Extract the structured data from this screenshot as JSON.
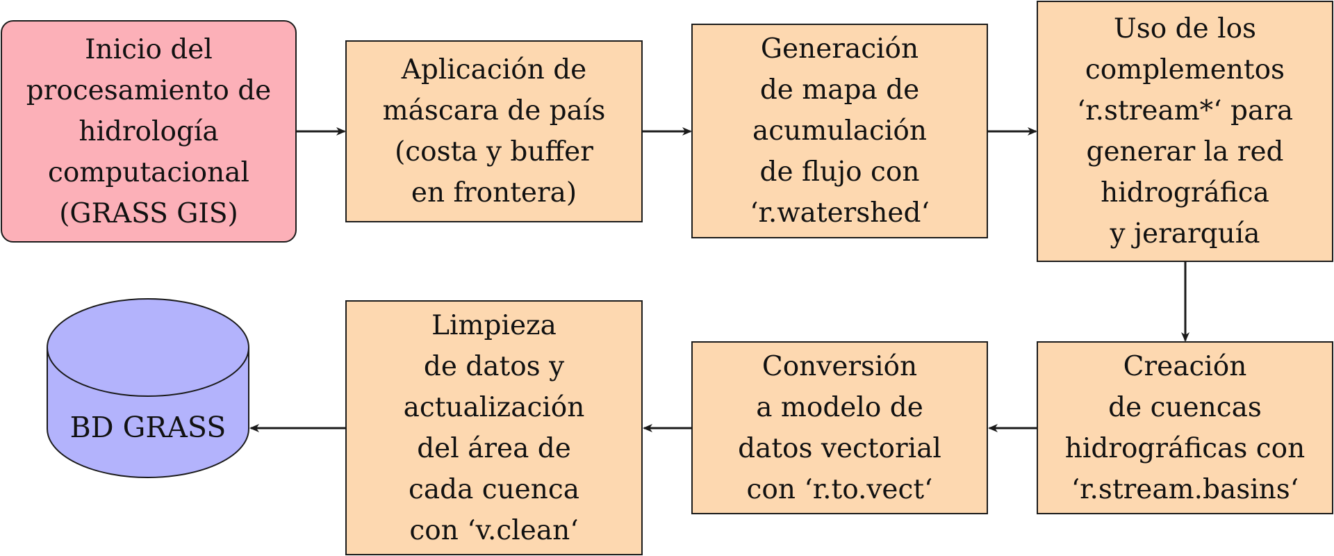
{
  "colors": {
    "start_fill": "#fcb0b8",
    "step_fill": "#fdd8b0",
    "database_fill": "#b3b3fc",
    "stroke": "#1a1a1a"
  },
  "nodes": {
    "start": {
      "lines": [
        "Inicio del",
        "procesamiento de",
        "hidrología",
        "computacional",
        "(GRASS GIS)"
      ]
    },
    "mask": {
      "lines": [
        "Aplicación de",
        "máscara de país",
        "(costa y buffer",
        "en frontera)"
      ]
    },
    "flow": {
      "lines": [
        "Generación",
        "de mapa de",
        "acumulación",
        "de flujo con",
        "‘r.watershed‘"
      ]
    },
    "stream": {
      "lines": [
        "Uso de los",
        "complementos",
        "‘r.stream*‘ para",
        "generar la red",
        "hidrográfica",
        "y jerarquía"
      ]
    },
    "basins": {
      "lines": [
        "Creación",
        "de cuencas",
        "hidrográficas con",
        "‘r.stream.basins‘"
      ]
    },
    "vector": {
      "lines": [
        "Conversión",
        "a modelo de",
        "datos vectorial",
        "con ‘r.to.vect‘"
      ]
    },
    "clean": {
      "lines": [
        "Limpieza",
        "de datos y",
        "actualización",
        "del área de",
        "cada cuenca",
        "con ‘v.clean‘"
      ]
    },
    "database": {
      "label": "BD GRASS",
      "icon": "database-cylinder-icon"
    }
  }
}
